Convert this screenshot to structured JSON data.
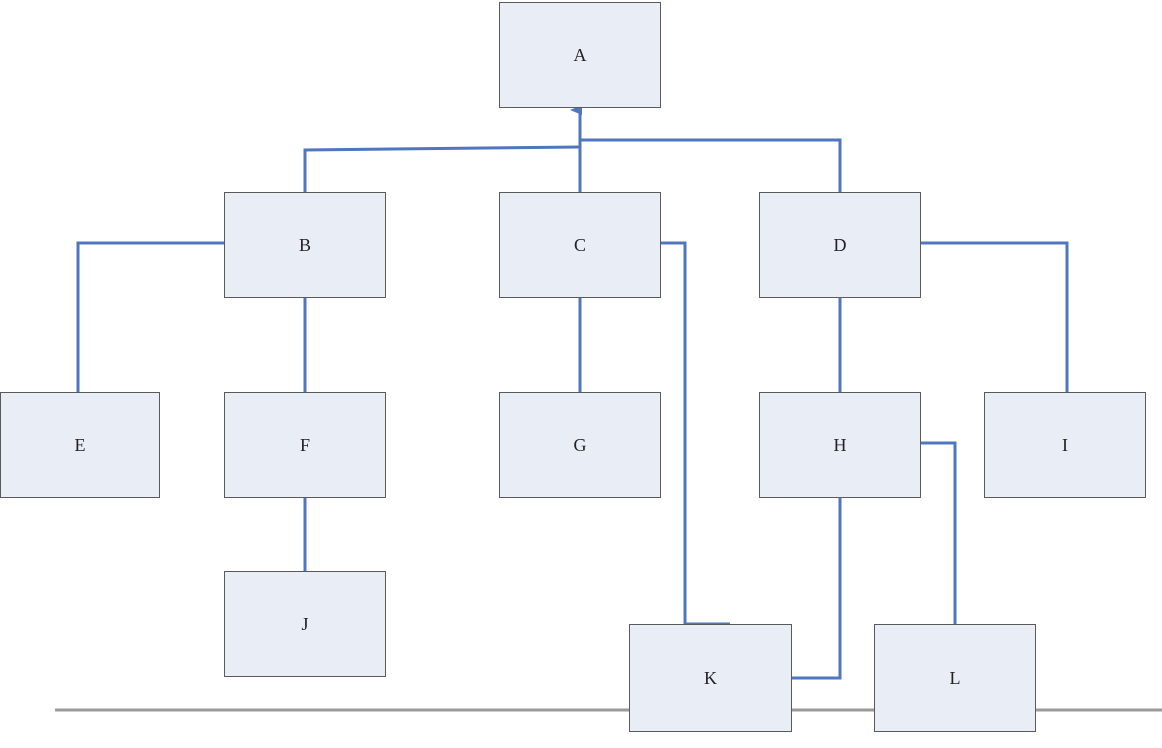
{
  "diagram": {
    "type": "hierarchy",
    "nodes": [
      {
        "id": "A",
        "label": "A"
      },
      {
        "id": "B",
        "label": "B"
      },
      {
        "id": "C",
        "label": "C"
      },
      {
        "id": "D",
        "label": "D"
      },
      {
        "id": "E",
        "label": "E"
      },
      {
        "id": "F",
        "label": "F"
      },
      {
        "id": "G",
        "label": "G"
      },
      {
        "id": "H",
        "label": "H"
      },
      {
        "id": "I",
        "label": "I"
      },
      {
        "id": "J",
        "label": "J"
      },
      {
        "id": "K",
        "label": "K"
      },
      {
        "id": "L",
        "label": "L"
      }
    ],
    "edges": [
      {
        "from": "B",
        "to": "A"
      },
      {
        "from": "C",
        "to": "A"
      },
      {
        "from": "D",
        "to": "A"
      },
      {
        "from": "B",
        "to": "E"
      },
      {
        "from": "B",
        "to": "F"
      },
      {
        "from": "F",
        "to": "J"
      },
      {
        "from": "C",
        "to": "G"
      },
      {
        "from": "C",
        "to": "K"
      },
      {
        "from": "D",
        "to": "H"
      },
      {
        "from": "D",
        "to": "I"
      },
      {
        "from": "H",
        "to": "K"
      },
      {
        "from": "H",
        "to": "L"
      }
    ]
  },
  "colors": {
    "node_fill": "#e9edf5",
    "node_border": "#5a5a5a",
    "connector": "#4f76bf",
    "baseline": "#9a9a9a"
  }
}
